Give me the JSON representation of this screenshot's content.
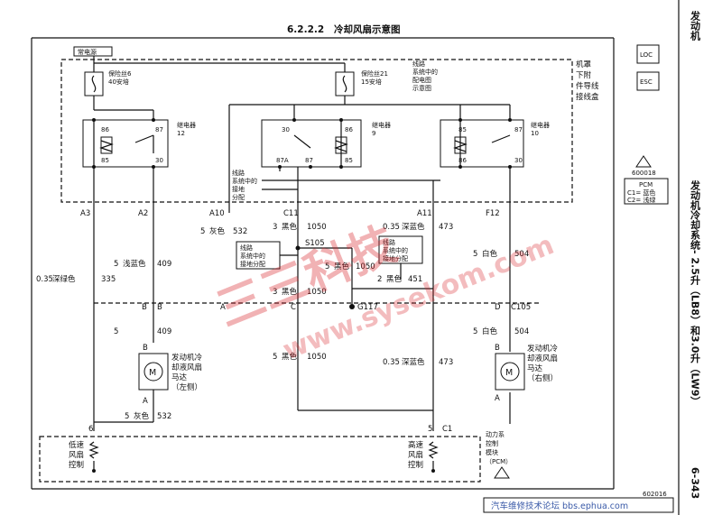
{
  "title": {
    "number": "6.2.2.2",
    "text": "冷却风扇示意图"
  },
  "side": {
    "top": "发动机",
    "system": "发动机冷却系统- 2.5升（LB8）和3.0升（LW9）",
    "page": "6-343"
  },
  "supply": {
    "label": "常电源"
  },
  "fuses": [
    {
      "name": "保险丝6",
      "rating": "40安培"
    },
    {
      "name": "保险丝21",
      "rating": "15安培"
    }
  ],
  "notes": {
    "power_dist": [
      "线路",
      "系统中的",
      "配电图",
      "示意图"
    ],
    "junction_box": [
      "机罩",
      "下附",
      "件导线",
      "接线盒"
    ],
    "ground_dist": [
      "线路",
      "系统中的",
      "接地",
      "分配"
    ],
    "ground_dist_box1": [
      "线路",
      "系统中的",
      "接地分配"
    ],
    "ground_dist_box2": [
      "线路",
      "系统中的",
      "接地分配"
    ]
  },
  "relays": [
    {
      "name": "继电器",
      "number": "12",
      "pins": [
        "86",
        "87",
        "85",
        "30"
      ]
    },
    {
      "name": "继电器",
      "number": "9",
      "pins": [
        "30",
        "86",
        "87A",
        "87",
        "85"
      ]
    },
    {
      "name": "继电器",
      "number": "10",
      "pins": [
        "85",
        "87",
        "86",
        "30"
      ]
    }
  ],
  "legend": {
    "loc": "LOC",
    "esc": "ESC",
    "icon_code": "600018",
    "pcm_title": "PCM",
    "pcm_lines": [
      "C1= 蓝色",
      "C2= 浅绿"
    ]
  },
  "connectors": {
    "pcm": [
      "A3",
      "A2",
      "A10",
      "C11",
      "A11",
      "F12"
    ],
    "lower": [
      "B",
      "B",
      "A",
      "C",
      "D",
      "C105"
    ],
    "bottom": [
      "6",
      "5",
      "C1"
    ]
  },
  "wires": [
    {
      "size": "0.35",
      "color": "深绿色",
      "circuit": "335"
    },
    {
      "size": "5",
      "color": "浅蓝色",
      "circuit": "409"
    },
    {
      "size": "5",
      "color": "灰色",
      "circuit": "532"
    },
    {
      "size": "3",
      "color": "黑色",
      "circuit": "1050"
    },
    {
      "size": "0.35",
      "color": "深蓝色",
      "circuit": "473"
    },
    {
      "size": "5",
      "color": "白色",
      "circuit": "504"
    },
    {
      "size": "5",
      "color": "黑色",
      "circuit": "1050"
    },
    {
      "size": "3",
      "color": "黑色",
      "circuit": "1050"
    },
    {
      "size": "2",
      "color": "黑色",
      "circuit": "451"
    },
    {
      "size": "5",
      "color": "",
      "circuit": "409"
    },
    {
      "size": "5",
      "color": "白色",
      "circuit": "504"
    },
    {
      "size": "5",
      "color": "黑色",
      "circuit": "1050"
    },
    {
      "size": "0.35",
      "color": "深蓝色",
      "circuit": "473"
    },
    {
      "size": "5",
      "color": "灰色",
      "circuit": "532"
    }
  ],
  "splice": {
    "name": "S105"
  },
  "ground": {
    "name": "G117"
  },
  "motors": [
    {
      "lines": [
        "发动机冷",
        "却液风扇",
        "马达",
        "（左侧）"
      ],
      "pins": [
        "B",
        "A"
      ]
    },
    {
      "lines": [
        "发动机冷",
        "却液风扇",
        "马达",
        "（右侧）"
      ],
      "pins": [
        "B",
        "A"
      ]
    }
  ],
  "pcm": {
    "low_label": [
      "低速",
      "风扇",
      "控制"
    ],
    "high_label": [
      "高速",
      "风扇",
      "控制"
    ],
    "module_label": [
      "动力系",
      "控制",
      "模块",
      "（PCM）"
    ]
  },
  "footer": {
    "code": "602016",
    "forum": "汽车维修技术论坛 bbs.ephua.com"
  },
  "watermark": {
    "main": "三三科技",
    "url": "www.sysekom.com"
  }
}
